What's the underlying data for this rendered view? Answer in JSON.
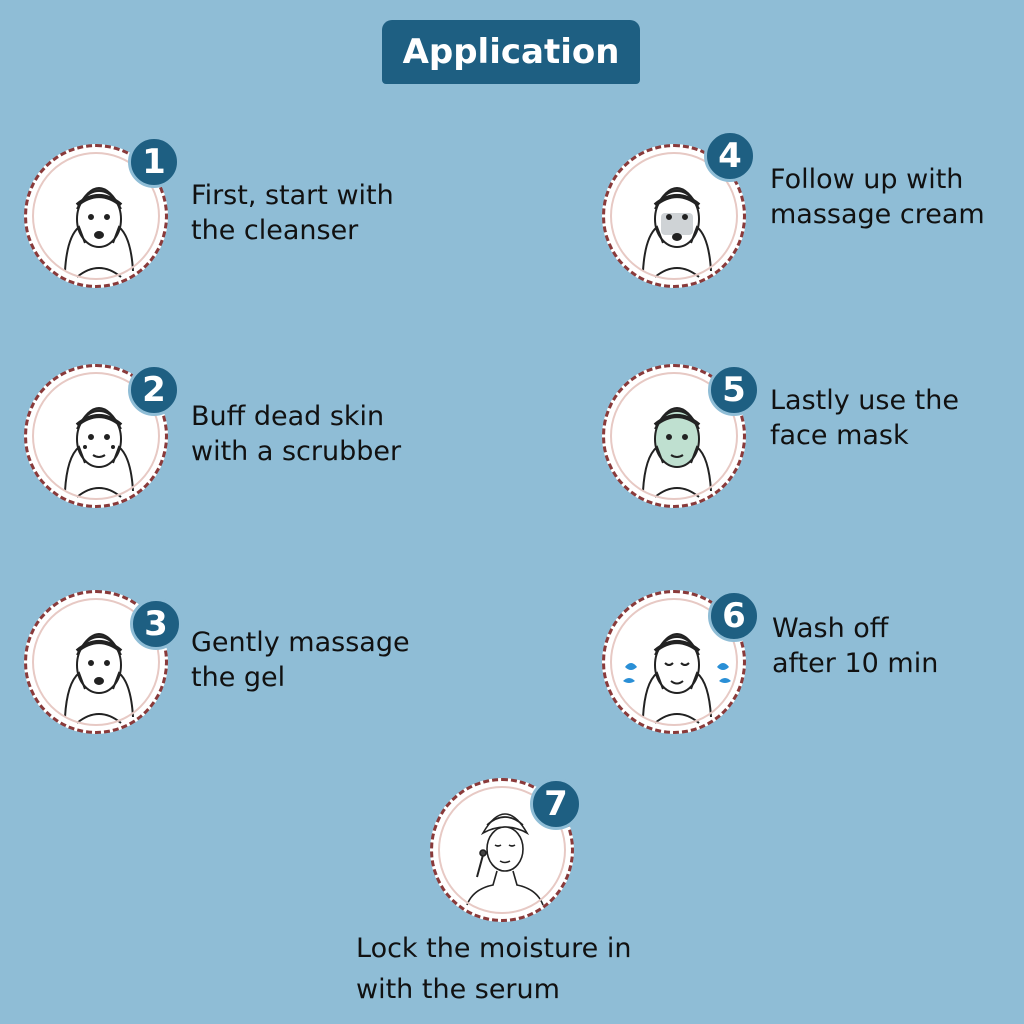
{
  "title": "Application",
  "steps": [
    {
      "number": "1",
      "line1": "First, start with",
      "line2": "the cleanser",
      "icon": "face-cleansing-icon"
    },
    {
      "number": "2",
      "line1": "Buff dead skin",
      "line2": "with a scrubber",
      "icon": "face-scrubbing-icon"
    },
    {
      "number": "3",
      "line1": "Gently massage",
      "line2": "the gel",
      "icon": "face-gel-massage-icon"
    },
    {
      "number": "4",
      "line1": "Follow up with",
      "line2": "massage cream",
      "icon": "face-cream-massage-icon"
    },
    {
      "number": "5",
      "line1": "Lastly use the",
      "line2": "face mask",
      "icon": "face-mask-icon"
    },
    {
      "number": "6",
      "line1": "Wash off",
      "line2": "after 10 min",
      "icon": "face-washing-icon"
    },
    {
      "number": "7",
      "line1": "Lock the moisture in",
      "line2": "with the serum",
      "icon": "serum-application-icon"
    }
  ],
  "colors": {
    "background": "#8fbdd6",
    "accent": "#1e5f82",
    "circle_border": "#8a3a3a"
  }
}
